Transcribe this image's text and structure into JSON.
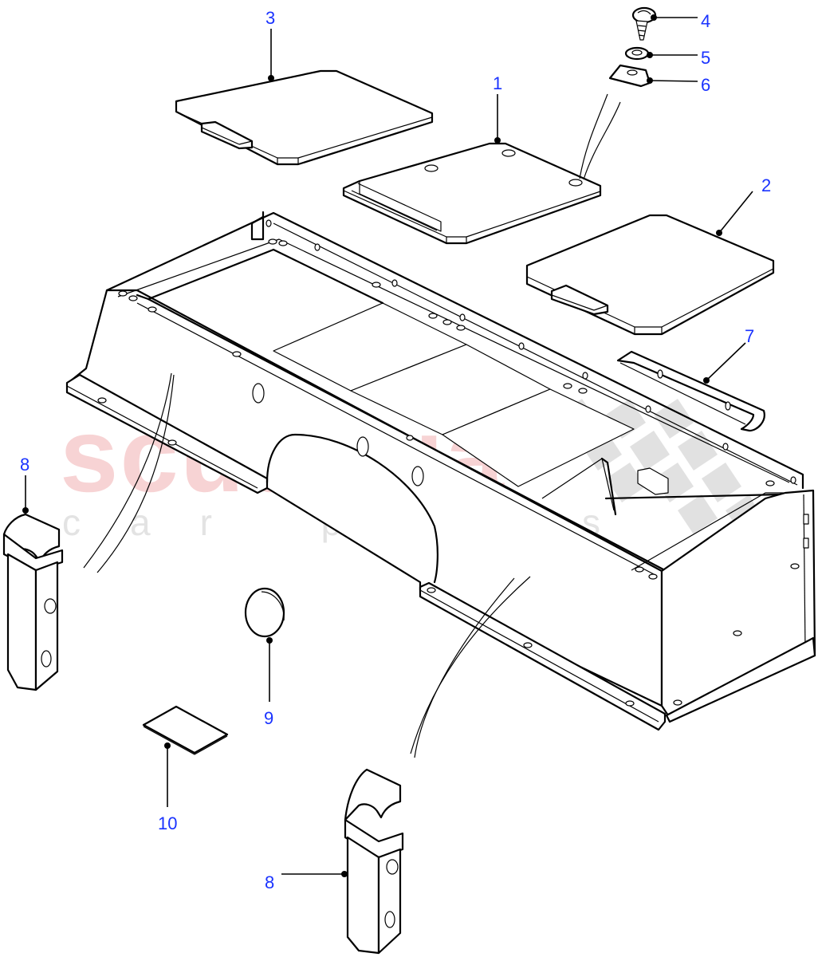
{
  "diagram": {
    "type": "exploded-parts-diagram",
    "watermark": {
      "main": "scuderia",
      "sub": "car parts",
      "main_color": "#f7d3d4",
      "sub_color": "#e3e3e3"
    },
    "label_color": "#1a33ff",
    "line_color": "#000000",
    "callouts": [
      {
        "id": "c1",
        "number": "1",
        "part": "centre-cover-panel"
      },
      {
        "id": "c2",
        "number": "2",
        "part": "right-cover-panel"
      },
      {
        "id": "c3",
        "number": "3",
        "part": "left-cover-panel"
      },
      {
        "id": "c4",
        "number": "4",
        "part": "screw"
      },
      {
        "id": "c5",
        "number": "5",
        "part": "washer"
      },
      {
        "id": "c6",
        "number": "6",
        "part": "clip-nut"
      },
      {
        "id": "c7",
        "number": "7",
        "part": "channel-strip"
      },
      {
        "id": "c8a",
        "number": "8",
        "part": "latch-left"
      },
      {
        "id": "c8b",
        "number": "8",
        "part": "latch-lower"
      },
      {
        "id": "c9",
        "number": "9",
        "part": "blanking-plug"
      },
      {
        "id": "c10",
        "number": "10",
        "part": "pad"
      }
    ]
  }
}
